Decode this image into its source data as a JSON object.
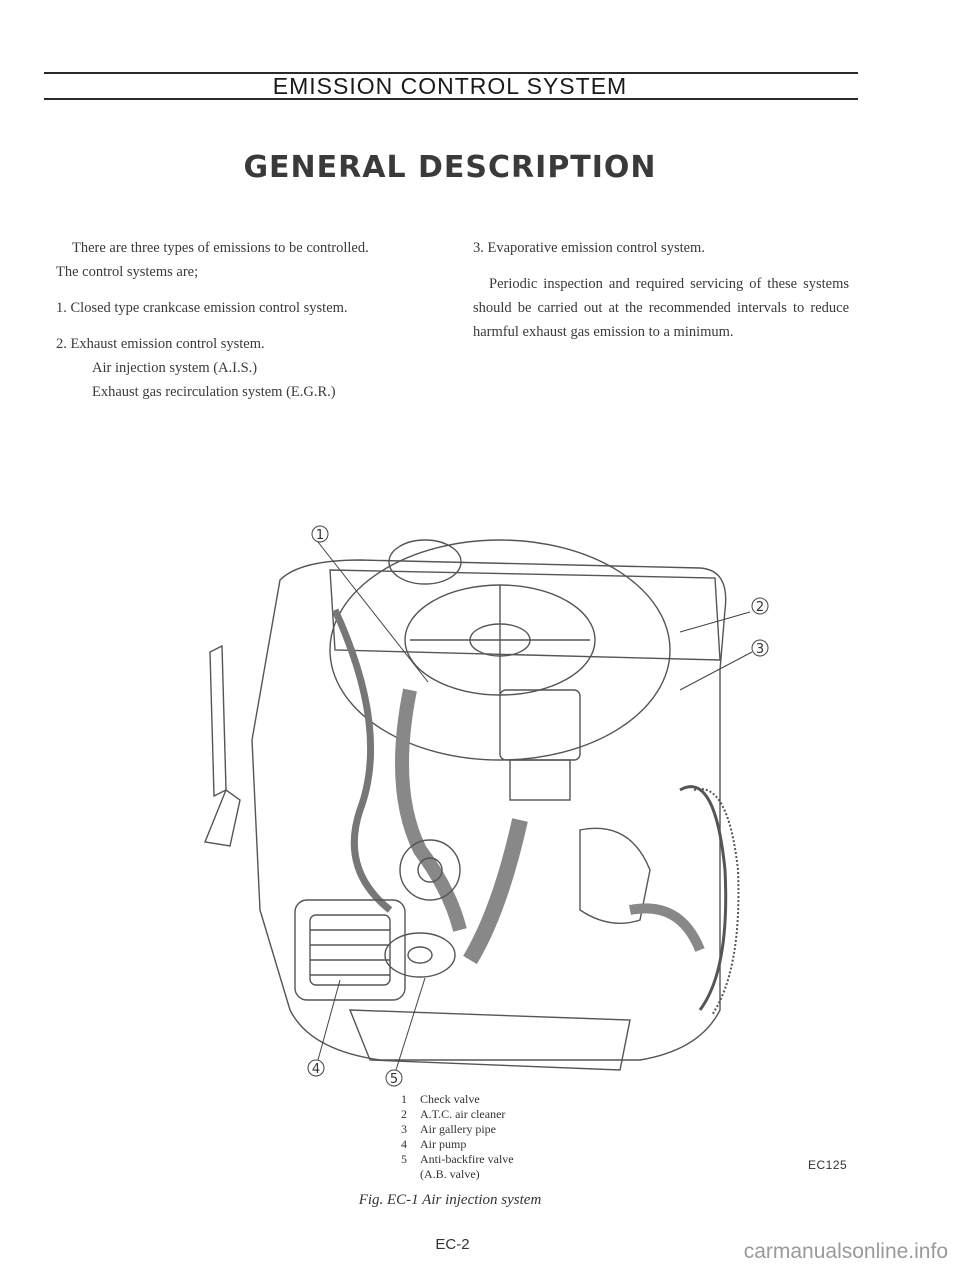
{
  "header": {
    "section_title": "EMISSION CONTROL SYSTEM",
    "page_heading": "GENERAL DESCRIPTION"
  },
  "left_column": {
    "intro_line1": "There are three types of emissions to be controlled.",
    "intro_line2": "The control systems are;",
    "item1": "1. Closed type crankcase emission control system.",
    "item2": "2. Exhaust emission control system.",
    "item2_sub1": "Air injection system (A.I.S.)",
    "item2_sub2": "Exhaust gas recirculation system (E.G.R.)"
  },
  "right_column": {
    "item3": "3. Evaporative emission control system.",
    "paragraph": "Periodic inspection and required servicing of these systems should be carried out at the recommended intervals to reduce harmful exhaust gas emission to a minimum."
  },
  "figure": {
    "callouts": [
      "1",
      "2",
      "3",
      "4",
      "5"
    ],
    "legend": [
      {
        "num": "1",
        "text": "Check valve"
      },
      {
        "num": "2",
        "text": "A.T.C. air cleaner"
      },
      {
        "num": "3",
        "text": "Air gallery pipe"
      },
      {
        "num": "4",
        "text": "Air pump"
      },
      {
        "num": "5",
        "text": "Anti-backfire valve"
      }
    ],
    "legend_cont": "(A.B. valve)",
    "ref_code": "EC125",
    "caption": "Fig. EC-1 Air injection system"
  },
  "footer": {
    "page_number": "EC-2",
    "watermark": "carmanualsonline.info"
  }
}
